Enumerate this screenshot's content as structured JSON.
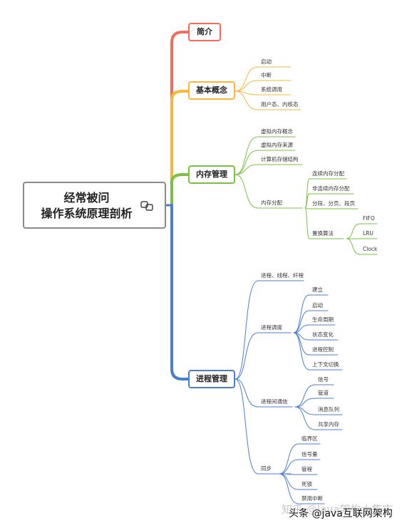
{
  "root": {
    "line1": "经常被问",
    "line2": "操作系统原理剖析",
    "link_icon": "link-icon"
  },
  "topics": {
    "intro": {
      "label": "简介",
      "color": "#f06f5a"
    },
    "basic": {
      "label": "基本概念",
      "color": "#f6b73c"
    },
    "memory": {
      "label": "内存管理",
      "color": "#7ac143"
    },
    "process": {
      "label": "进程管理",
      "color": "#4a7fd0"
    }
  },
  "basic_items": [
    "启动",
    "中断",
    "系统调用",
    "用户态、内核态"
  ],
  "memory_items": [
    "虚拟内存概念",
    "虚拟内存来源",
    "计算机存储结构",
    "内存分配"
  ],
  "memory_alloc_items": [
    "连续内存分配",
    "非连续内存分配",
    "分段、分页、段页",
    "置换算法"
  ],
  "replacement_items": [
    "FIFO",
    "LRU",
    "Clock"
  ],
  "process_items": [
    "进程、线程、纤程",
    "进程调度",
    "进程间通信",
    "同步"
  ],
  "scheduling_items": [
    "建立",
    "启动",
    "生命周期",
    "状态变化",
    "进程控制",
    "上下文切换"
  ],
  "ipc_items": [
    "信号",
    "管道",
    "消息队列",
    "共享内存"
  ],
  "sync_items": [
    "临界区",
    "信号量",
    "管程",
    "死锁",
    "禁用中断"
  ],
  "watermark": {
    "faint": "知乎 @Java架构大集市",
    "main": "头条 @java互联网架构"
  }
}
